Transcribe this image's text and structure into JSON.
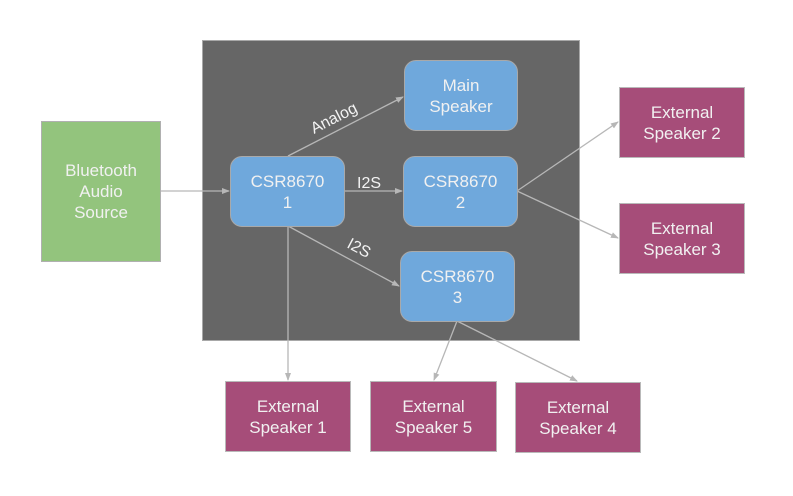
{
  "diagram": {
    "colors": {
      "source": "#93c47d",
      "chip": "#6fa8dc",
      "external": "#a64d79",
      "container": "#666666",
      "wire": "#b7b7b7"
    },
    "nodes": {
      "bluetooth": "Bluetooth\nAudio\nSource",
      "main_speaker": "Main\nSpeaker",
      "csr1": "CSR8670\n1",
      "csr2": "CSR8670\n2",
      "csr3": "CSR8670\n3",
      "ext1": "External\nSpeaker 1",
      "ext2": "External\nSpeaker 2",
      "ext3": "External\nSpeaker 3",
      "ext4": "External\nSpeaker 4",
      "ext5": "External\nSpeaker 5"
    },
    "edges": [
      {
        "from": "bluetooth",
        "to": "csr1",
        "label": ""
      },
      {
        "from": "csr1",
        "to": "main_speaker",
        "label": "Analog"
      },
      {
        "from": "csr1",
        "to": "csr2",
        "label": "I2S"
      },
      {
        "from": "csr1",
        "to": "csr3",
        "label": "I2S"
      },
      {
        "from": "csr1",
        "to": "ext1",
        "label": ""
      },
      {
        "from": "csr2",
        "to": "ext2",
        "label": ""
      },
      {
        "from": "csr2",
        "to": "ext3",
        "label": ""
      },
      {
        "from": "csr3",
        "to": "ext5",
        "label": ""
      },
      {
        "from": "csr3",
        "to": "ext4",
        "label": ""
      }
    ],
    "labels": {
      "analog": "Analog",
      "i2s_csr2": "I2S",
      "i2s_csr3": "I2S"
    }
  }
}
